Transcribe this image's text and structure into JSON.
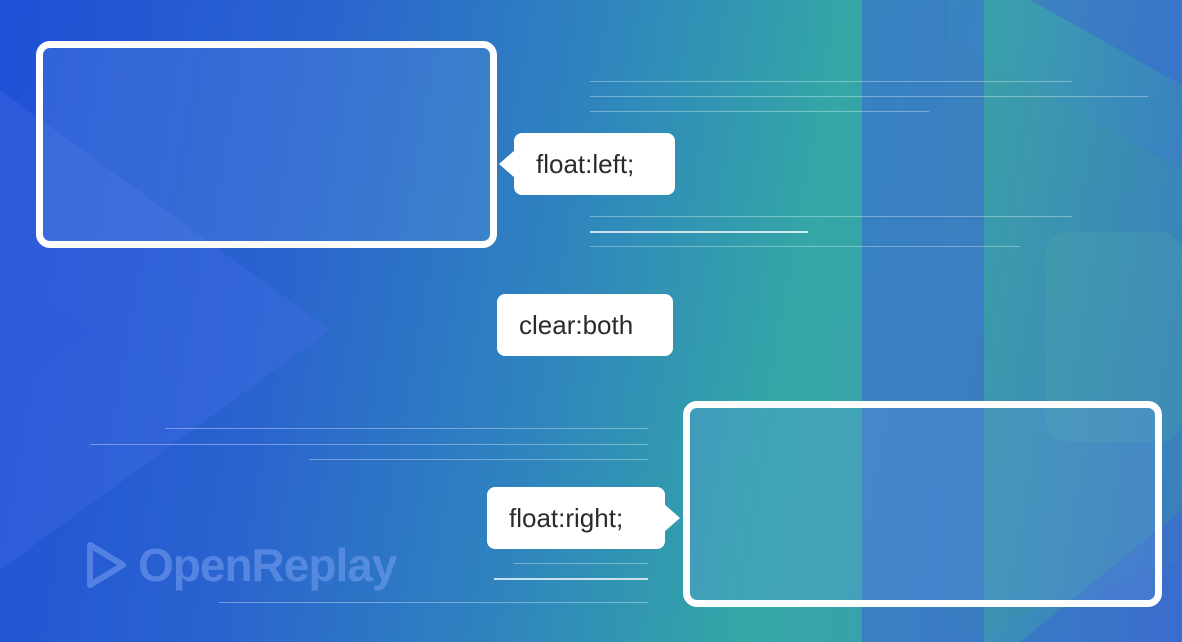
{
  "labels": {
    "float_left": "float:left;",
    "clear_both": "clear:both",
    "float_right": "float:right;"
  },
  "logo": {
    "text": "OpenReplay",
    "icon": "play-triangle-icon"
  },
  "colors": {
    "box_border": "#ffffff",
    "label_bg": "#ffffff",
    "label_text": "#2b2b2b",
    "bg_blue": "#1f4fd6",
    "bg_teal": "#34a7a6"
  }
}
